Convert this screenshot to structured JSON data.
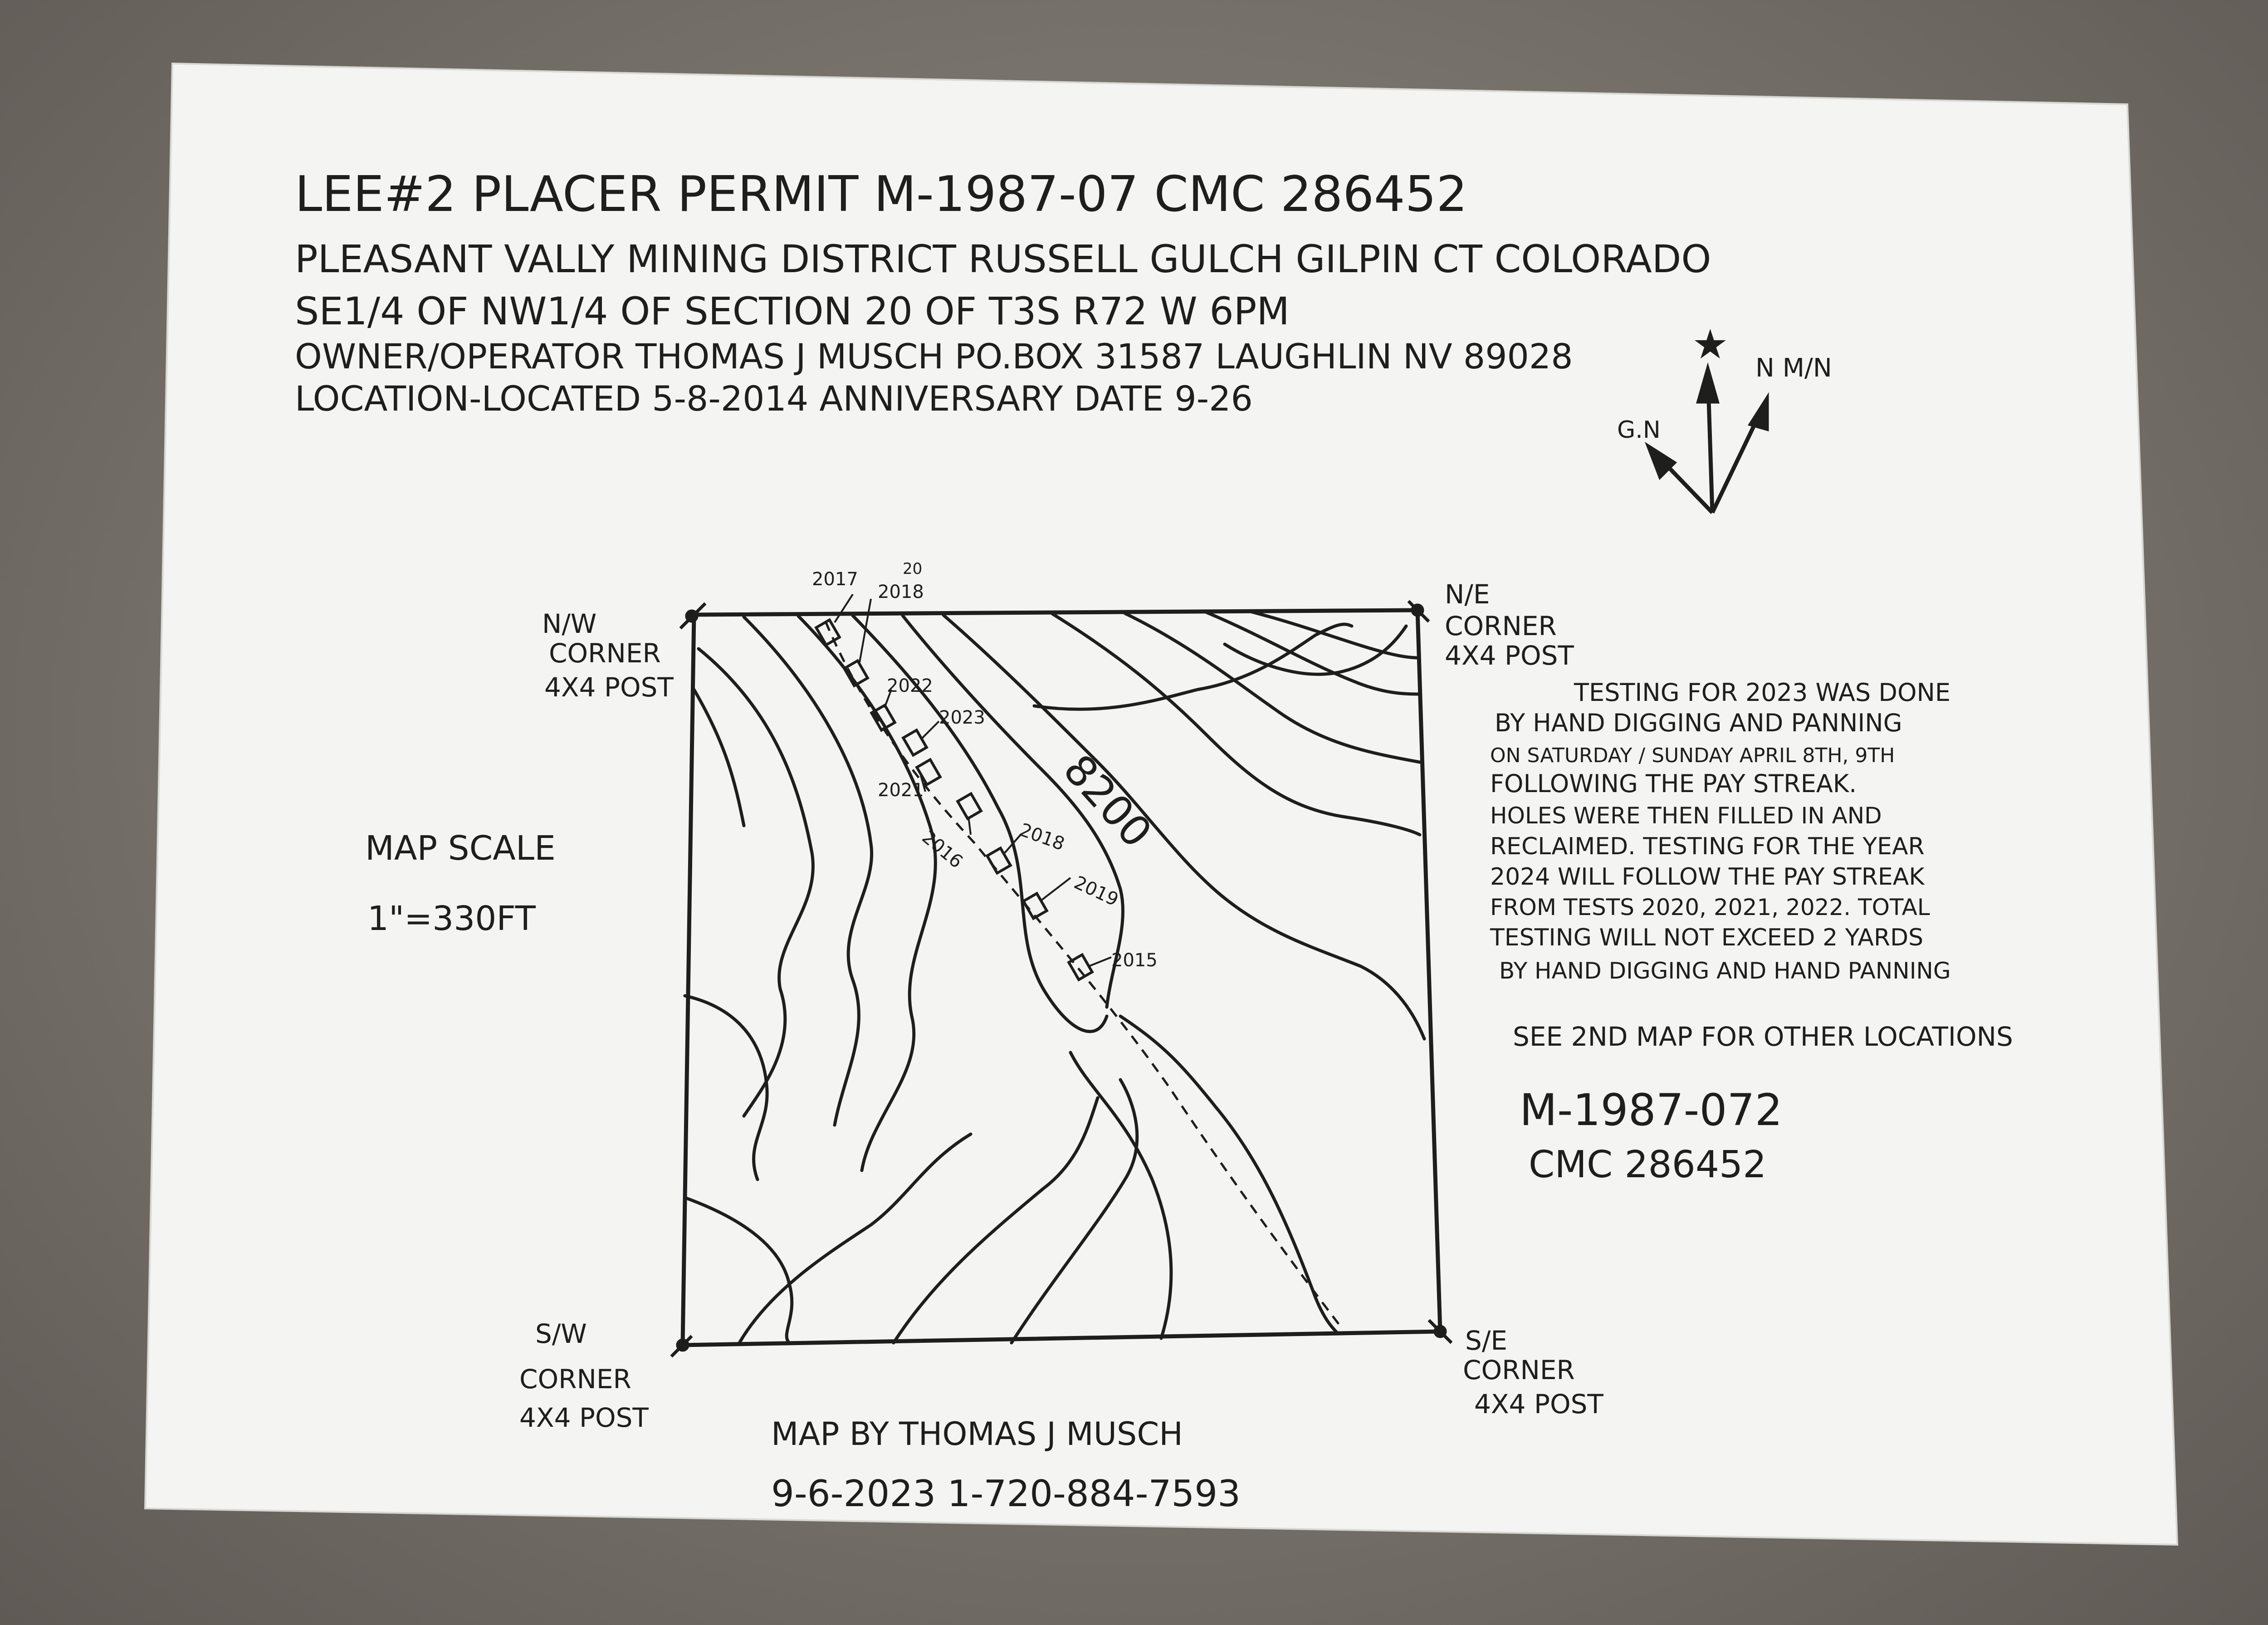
{
  "header": {
    "title": "LEE#2 PLACER PERMIT M-1987-07 CMC 286452",
    "district": "PLEASANT VALLY MINING DISTRICT RUSSELL GULCH GILPIN CT COLORADO",
    "legal": "SE1/4 OF NW1/4 OF SECTION 20 OF T3S R72 W 6PM",
    "owner": "OWNER/OPERATOR THOMAS J MUSCH PO.BOX 31587 LAUGHLIN NV 89028",
    "location": "LOCATION-LOCATED 5-8-2014 ANNIVERSARY DATE 9-26"
  },
  "compass": {
    "gn_label": "G.N",
    "n_label": "N M/N",
    "star": "★"
  },
  "corners": {
    "nw": [
      "N/W",
      "CORNER",
      "4X4 POST"
    ],
    "ne": [
      "N/E",
      "CORNER",
      "4X4 POST"
    ],
    "sw": [
      "S/W",
      "CORNER",
      "4X4 POST"
    ],
    "se": [
      "S/E",
      "CORNER",
      "4X4 POST"
    ]
  },
  "scale": {
    "label": "MAP SCALE",
    "value": "1\"=330FT"
  },
  "elevation_label": "8200",
  "test_years": [
    "2017",
    "20",
    "2018",
    "2022",
    "2023",
    "2021",
    "2016",
    "2018",
    "2019",
    "2015"
  ],
  "notes": [
    "TESTING FOR 2023 WAS DONE",
    "BY HAND DIGGING AND PANNING",
    "ON SATURDAY / SUNDAY APRIL 8TH, 9TH",
    "FOLLOWING THE PAY STREAK.",
    "HOLES WERE THEN FILLED IN AND",
    "RECLAIMED. TESTING FOR THE YEAR",
    "2024 WILL FOLLOW THE PAY STREAK",
    "FROM TESTS 2020, 2021, 2022. TOTAL",
    "TESTING WILL NOT EXCEED 2 YARDS",
    "BY HAND DIGGING AND HAND PANNING"
  ],
  "see_map": "SEE 2ND MAP FOR OTHER LOCATIONS",
  "permit_ids": [
    "M-1987-072",
    "CMC 286452"
  ],
  "footer": {
    "author": "MAP BY THOMAS J MUSCH",
    "date_phone": "9-6-2023 1-720-884-7593"
  },
  "colors": {
    "paper": "#f4f4f2",
    "ink": "#1e1e1e",
    "carpet": "#77716b"
  }
}
